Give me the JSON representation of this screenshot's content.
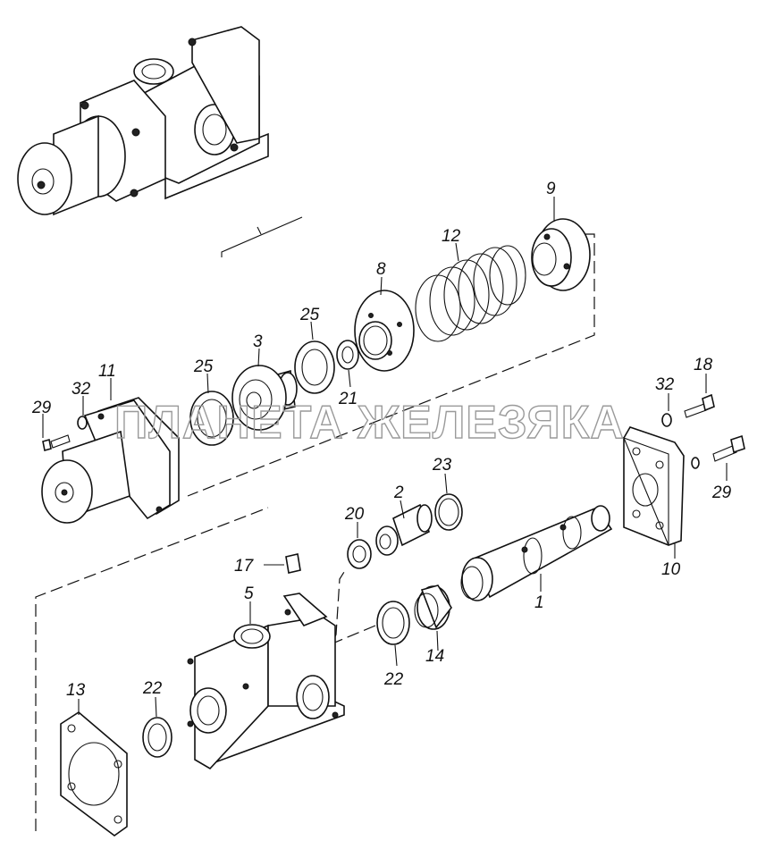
{
  "watermark": "ПЛАНЕТА ЖЕЛЕЗЯКА",
  "callouts": {
    "c1": "1",
    "c2": "2",
    "c3": "3",
    "c5": "5",
    "c8": "8",
    "c9": "9",
    "c10": "10",
    "c11": "11",
    "c12": "12",
    "c13": "13",
    "c14": "14",
    "c17": "17",
    "c18": "18",
    "c20": "20",
    "c21": "21",
    "c22a": "22",
    "c22b": "22",
    "c23": "23",
    "c25a": "25",
    "c25b": "25",
    "c29a": "29",
    "c29b": "29",
    "c32a": "32",
    "c32b": "32"
  }
}
